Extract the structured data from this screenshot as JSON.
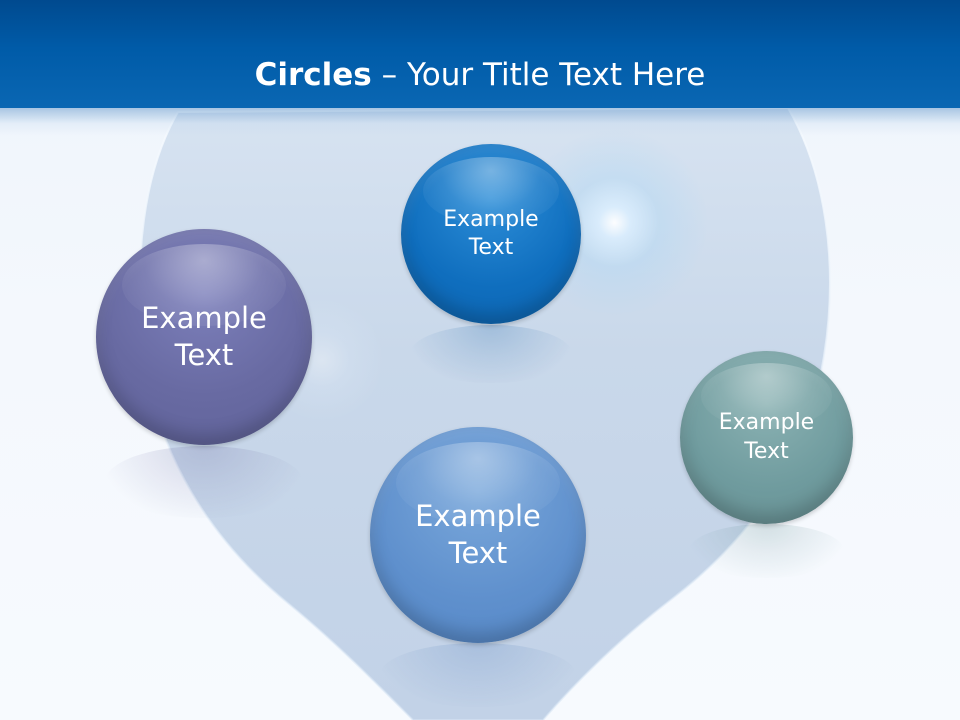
{
  "slide": {
    "title": {
      "strong": "Circles",
      "rest": " – Your Title Text Here"
    },
    "circles": [
      {
        "label": "Example\nText",
        "color": "#686aa2"
      },
      {
        "label": "Example\nText",
        "color": "#0f6ebe"
      },
      {
        "label": "Example\nText",
        "color": "#5f90cd"
      },
      {
        "label": "Example\nText",
        "color": "#6f9b9e"
      }
    ]
  },
  "theme": {
    "header_color": "#005ba8",
    "background_color": "#eef4fb",
    "accent_shape_color": "#c7d7eb",
    "text_color": "#ffffff"
  }
}
